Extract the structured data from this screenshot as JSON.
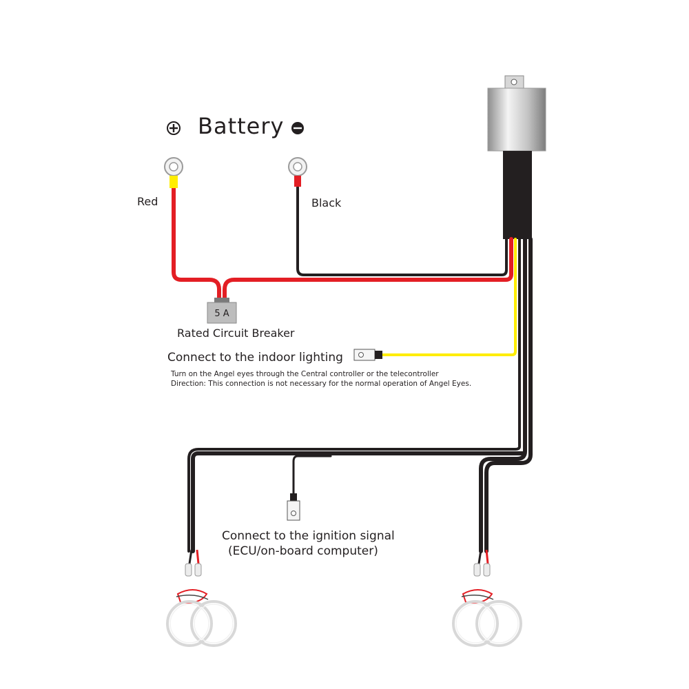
{
  "battery": {
    "title": "Battery",
    "plus_symbol": "+",
    "minus_symbol": "−",
    "red_label": "Red",
    "black_label": "Black"
  },
  "breaker": {
    "rating": "5 A",
    "caption": "Rated Circuit Breaker"
  },
  "indoor": {
    "title": "Connect to the indoor lighting",
    "note1": "Turn on the Angel eyes through the Central controller or the telecontroller",
    "note2": "Direction: This connection is not necessary for the normal operation of Angel Eyes."
  },
  "ignition": {
    "line1": "Connect to the ignition signal",
    "line2": "(ECU/on-board computer)"
  },
  "colors": {
    "red_wire": "#e31e24",
    "black_wire": "#231f20",
    "yellow_wire": "#ffed00",
    "relay_grey": "#bdbdbd"
  }
}
